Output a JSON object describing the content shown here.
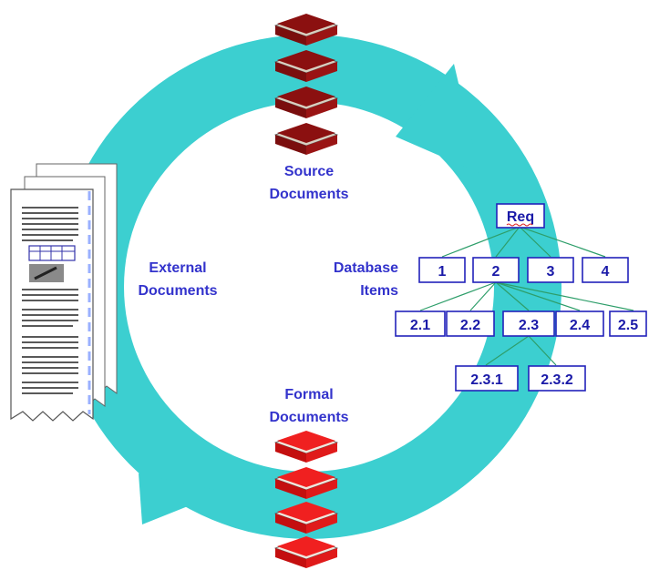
{
  "labels": {
    "source_line1": "Source",
    "source_line2": "Documents",
    "external_line1": "External",
    "external_line2": "Documents",
    "database_line1": "Database",
    "database_line2": "Items",
    "formal_line1": "Formal",
    "formal_line2": "Documents"
  },
  "tree": {
    "root": "Req",
    "level1": [
      "1",
      "2",
      "3",
      "4"
    ],
    "level2": [
      "2.1",
      "2.2",
      "2.3",
      "2.4",
      "2.5"
    ],
    "level3": [
      "2.3.1",
      "2.3.2"
    ]
  },
  "colors": {
    "cycle": "#3ccfd0",
    "label": "#3333cc",
    "source_book": "#8b1010",
    "formal_book": "#e81515",
    "tree_box_border": "#2222bb",
    "connector": "#2e9e6a"
  }
}
